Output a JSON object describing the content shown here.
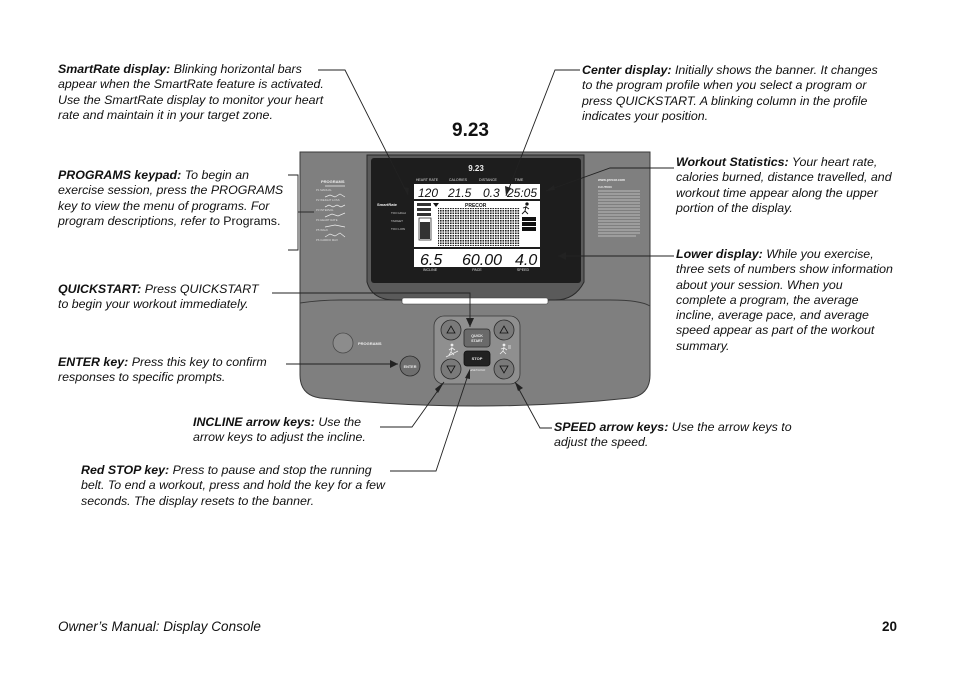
{
  "title_number": "9.23",
  "callouts": {
    "smartrate": {
      "label": "SmartRate display:",
      "text": "Blinking horizontal bars appear when the SmartRate feature is activated. Use the SmartRate display to monitor your heart rate and maintain it in your target zone."
    },
    "programs": {
      "label": "PROGRAMS keypad:",
      "text_a": "To begin an exercise session, press the PROGRAMS key to view the menu of programs. For program descriptions, refer to",
      "text_b": "Programs."
    },
    "quickstart": {
      "label": "QUICKSTART:",
      "text_a": "Press QUICKSTART",
      "text_b": "to begin your workout immediately."
    },
    "enter": {
      "label": "ENTER key:",
      "text": "Press this key to confirm responses to specific prompts."
    },
    "incline": {
      "label": "INCLINE arrow keys:",
      "text": "Use the arrow keys to adjust the incline."
    },
    "stop": {
      "label": "Red STOP key:",
      "text": "Press to pause and stop the running belt. To end a workout, press and hold the key for a few seconds. The display resets to the banner."
    },
    "center": {
      "label": "Center display:",
      "text": "Initially shows the banner. It changes to the program profile when you select a program or press QUICKSTART. A blinking column in the profile indicates your position."
    },
    "workout": {
      "label": "Workout Statistics:",
      "text": "Your heart rate, calories burned, distance travelled, and workout time appear along the upper portion of the display."
    },
    "lower": {
      "label": "Lower display:",
      "text": "While you exercise, three sets of numbers show information about your session. When you complete a program, the average incline, average pace, and average speed appear as part of the workout summary."
    },
    "speed": {
      "label": "SPEED arrow keys:",
      "text": "Use the arrow keys to adjust the speed."
    }
  },
  "console": {
    "model": "9.23",
    "stat_headers": [
      "HEART RATE",
      "CALORIES",
      "DISTANCE",
      "TIME"
    ],
    "stat_values": [
      "120",
      "21.5",
      "0.3",
      "25:05"
    ],
    "lower_headers": [
      "INCLINE",
      "PACE",
      "SPEED"
    ],
    "lower_values": [
      "6.5",
      "60.00",
      "4.0"
    ],
    "brand": "PRECOR",
    "smartrate_label": "SmartRate",
    "zone_labels": [
      "TOO HIGH",
      "TARGET",
      "TOO LOW"
    ],
    "programs_header": "PROGRAMS",
    "program_items": [
      "P1 MANUAL",
      "P2 WEIGHT LOSS",
      "P3 INTERVAL",
      "P4 HEART RATE",
      "P5 WALK",
      "P6 CARDIO MAX"
    ],
    "website": "www.precor.com",
    "caution_label": "CAUTION",
    "programs_key": "PROGRAMS",
    "enter_key": "ENTER",
    "quickstart_key_a": "QUICK",
    "quickstart_key_b": "START",
    "stop_key": "STOP",
    "reset_label": "RESET/HOLD"
  },
  "footer": {
    "manual": "Owner’s Manual: Display Console",
    "page": "20"
  }
}
